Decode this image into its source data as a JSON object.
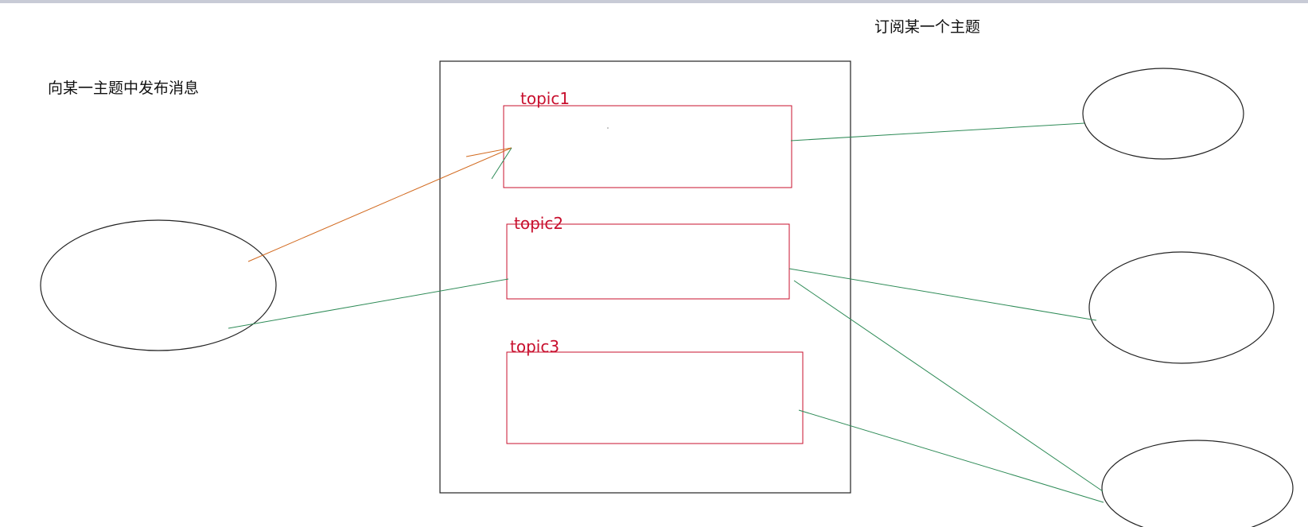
{
  "labels": {
    "subscribe": "订阅某一个主题",
    "publish": "向某一主题中发布消息"
  },
  "topics": [
    {
      "name": "topic1"
    },
    {
      "name": "topic2"
    },
    {
      "name": "topic3"
    }
  ],
  "colors": {
    "topic_border": "#c8102e",
    "subscription_line": "#2e8b57",
    "publish_arrow": "#d2691e",
    "outline": "#222222"
  }
}
